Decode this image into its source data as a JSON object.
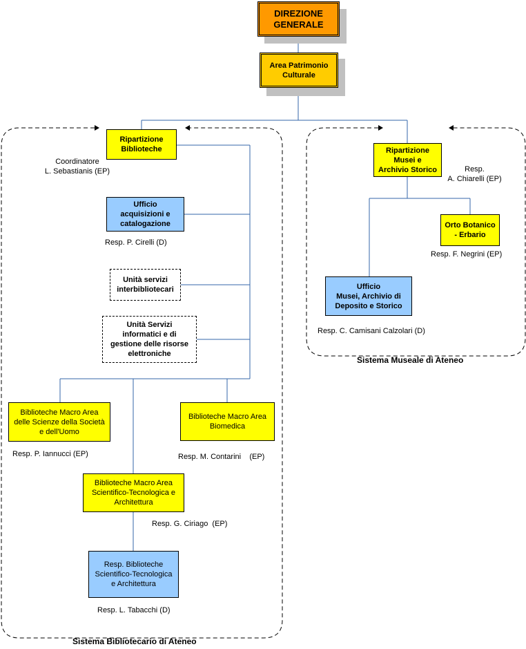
{
  "direzione_generale": "DIREZIONE\nGENERALE",
  "area_patrimonio": "Area Patrimonio\nCulturale",
  "sistema_bibliotecario": {
    "title": "Sistema Bibliotecario di Ateneo",
    "ripartizione": "Ripartizione\nBiblioteche",
    "coordinatore": "Coordinatore\nL. Sebastianis (EP)",
    "ufficio_acquisizioni": "Ufficio\nacquisizioni e\ncatalogazione",
    "resp_cirelli": "Resp. P. Cirelli  (D)",
    "unita_interbibliotecari": "Unità servizi\ninterbibliotecari",
    "unita_informatici": "Unità Servizi\ninformatici e di\ngestione delle risorse\nelettroniche",
    "macro_scienze": "Biblioteche Macro Area\ndelle Scienze della Società\ne dell'Uomo",
    "resp_iannucci": "Resp. P. Iannucci  (EP)",
    "macro_biomedica": "Biblioteche Macro Area\nBiomedica",
    "resp_contarini": "Resp. M. Contarini    (EP)",
    "macro_scientifico": "Biblioteche Macro Area\nScientifico-Tecnologica e\nArchitettura",
    "resp_ciriago": "Resp. G. Ciriago  (EP)",
    "resp_biblioteche_st": "Resp. Biblioteche\nScientifico-Tecnologica\ne Architettura",
    "resp_tabacchi": "Resp. L. Tabacchi (D)"
  },
  "sistema_museale": {
    "title": "Sistema Museale di Ateneo",
    "ripartizione": "Ripartizione\nMusei e\nArchivio Storico",
    "resp_chiarelli": "Resp.\nA. Chiarelli (EP)",
    "orto_botanico": "Orto Botanico\n- Erbario",
    "resp_negrini": "Resp. F. Negrini (EP)",
    "ufficio_musei": "Ufficio\nMusei, Archivio di\nDeposito e Storico",
    "resp_camisani": "Resp. C. Camisani Calzolari (D)"
  },
  "colors": {
    "direzione": "#ff9900",
    "area": "#ffcc00",
    "yellow_box": "#ffff00",
    "blue_box": "#99ccff",
    "connector": "#3366aa",
    "shadow": "#c0c0c0"
  }
}
